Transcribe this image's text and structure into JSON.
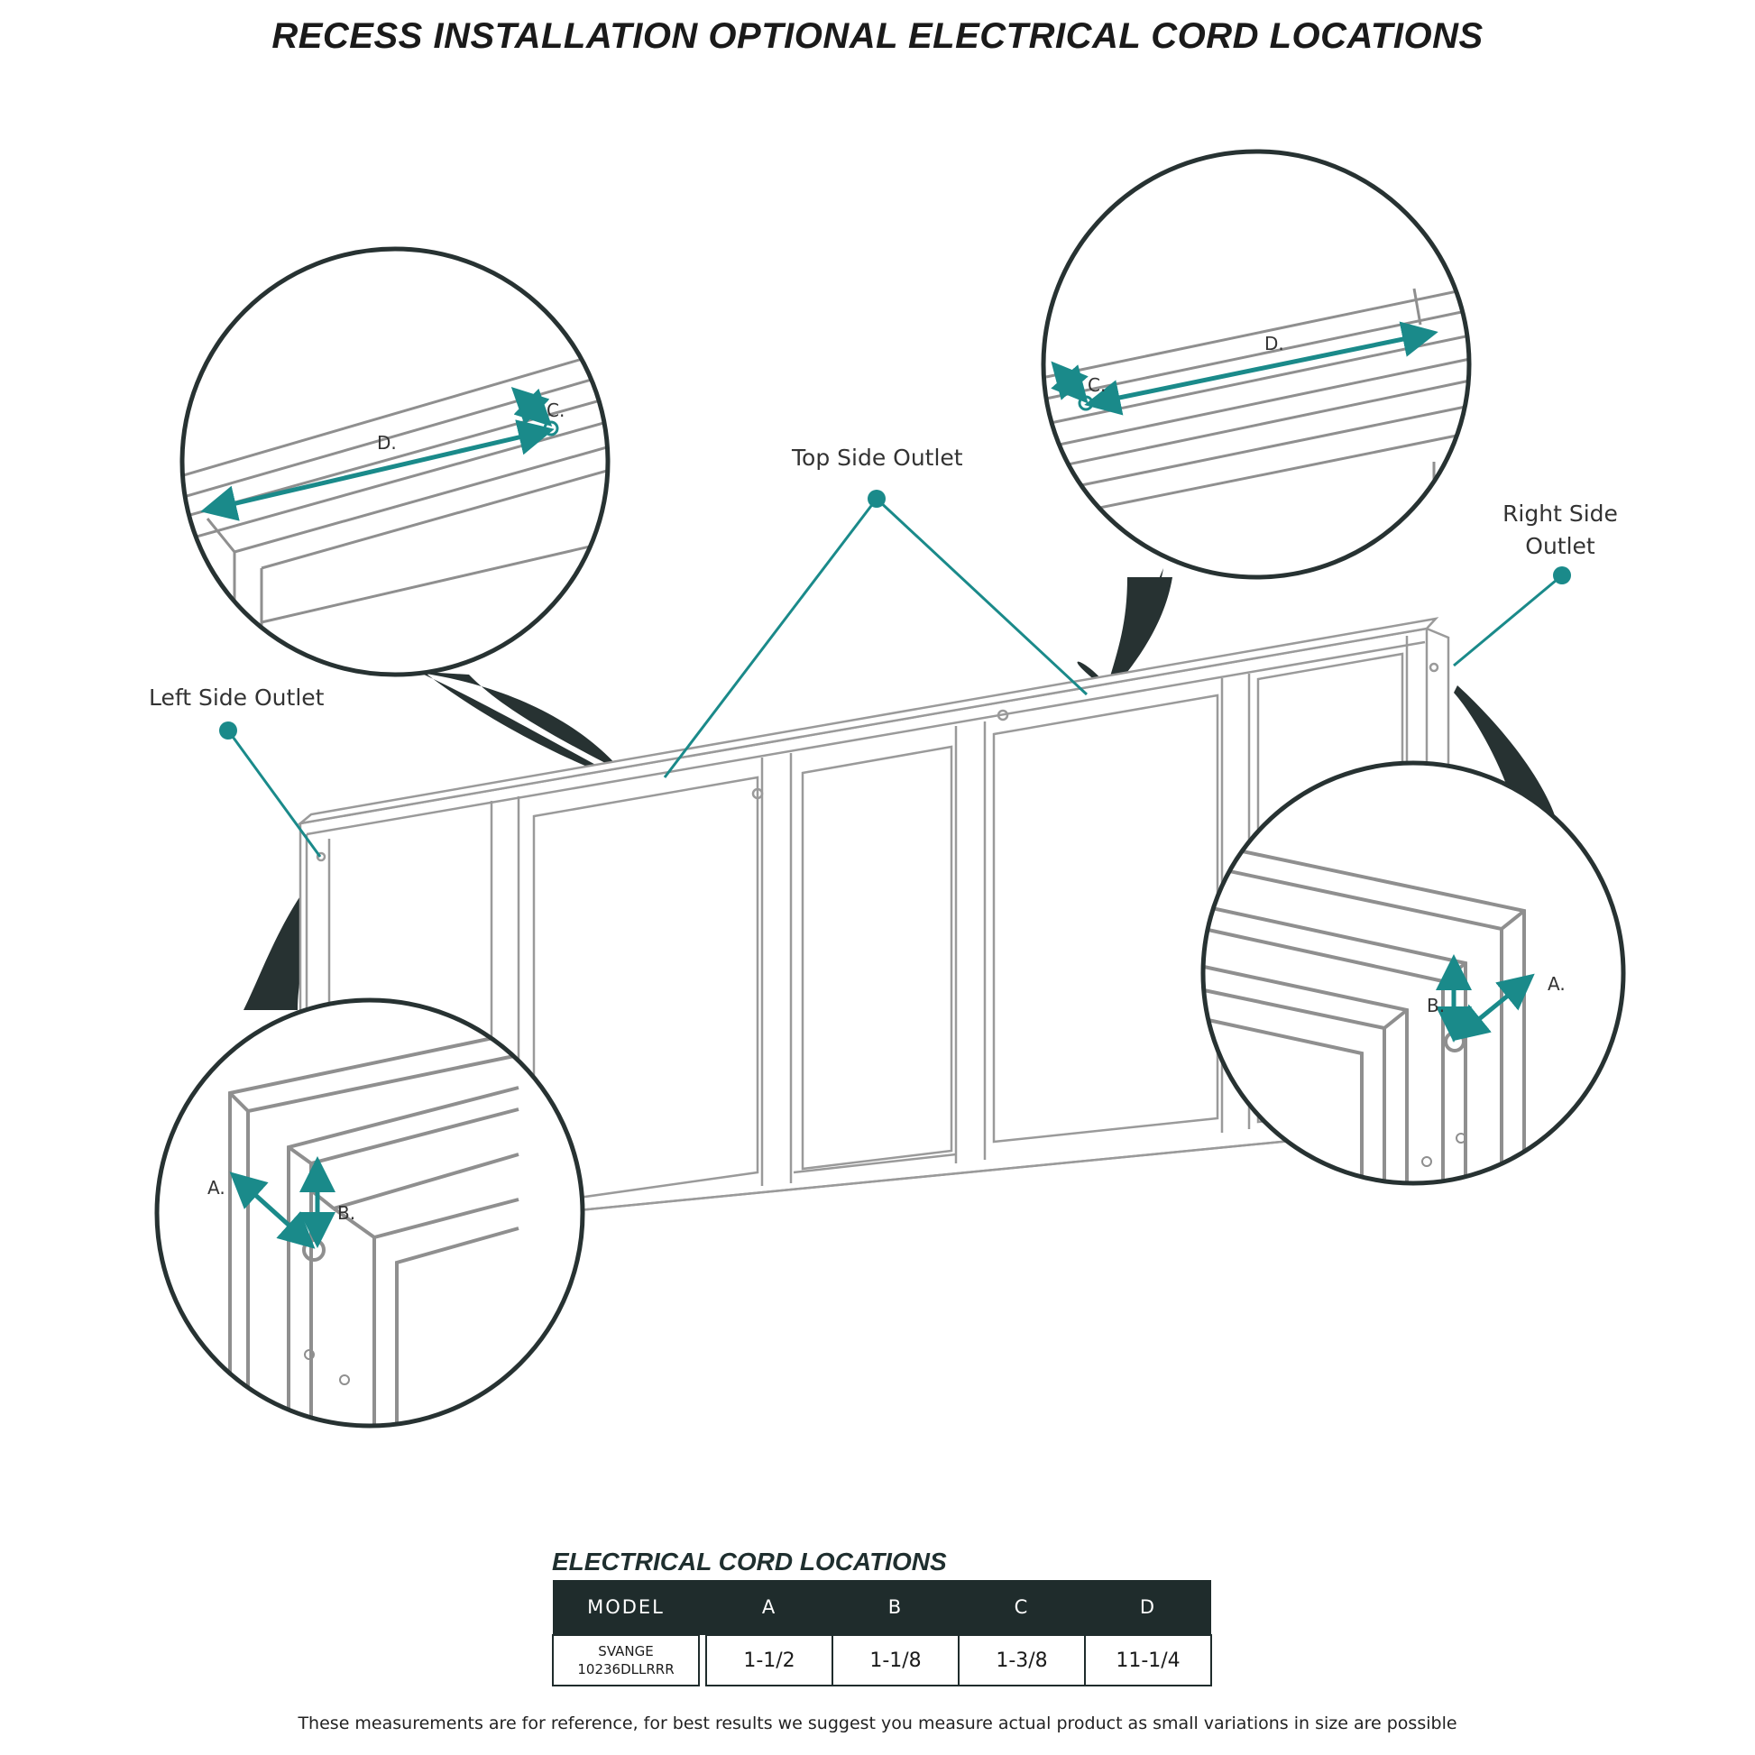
{
  "title": "RECESS INSTALLATION OPTIONAL ELECTRICAL CORD LOCATIONS",
  "callouts": {
    "left_side_outlet": "Left Side Outlet",
    "top_side_outlet": "Top Side Outlet",
    "right_side_outlet_line1": "Right Side",
    "right_side_outlet_line2": "Outlet"
  },
  "dimension_labels": {
    "a": "A.",
    "b": "B.",
    "c": "C.",
    "d": "D."
  },
  "colors": {
    "accent": "#1a8a8a",
    "dark": "#273232",
    "outline": "#9a9a9a"
  },
  "table": {
    "title": "ELECTRICAL CORD LOCATIONS",
    "headers": [
      "MODEL",
      "A",
      "B",
      "C",
      "D"
    ],
    "row": {
      "model_line1": "SVANGE",
      "model_line2": "10236DLLRRR",
      "a": "1-1/2",
      "b": "1-1/8",
      "c": "1-3/8",
      "d": "11-1/4"
    }
  },
  "footnote": "These measurements are for reference, for best results we suggest you measure actual product as small variations in size are possible"
}
